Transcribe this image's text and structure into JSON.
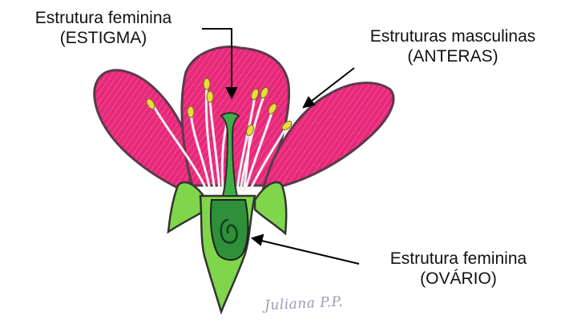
{
  "labels": {
    "stigma": {
      "line1": "Estrutura feminina",
      "line2": "(ESTIGMA)"
    },
    "anthers": {
      "line1": "Estruturas masculinas",
      "line2": "(ANTERAS)"
    },
    "ovary": {
      "line1": "Estrutura feminina",
      "line2": "(OVÁRIO)"
    }
  },
  "signature": "Juliana P.P.",
  "colors": {
    "petal": "#e8287a",
    "petal_outline": "#5a3a4a",
    "sepal": "#7fd64a",
    "pistil": "#3fae46",
    "anther": "#e8dd3a",
    "filament": "#f3f3f3"
  }
}
